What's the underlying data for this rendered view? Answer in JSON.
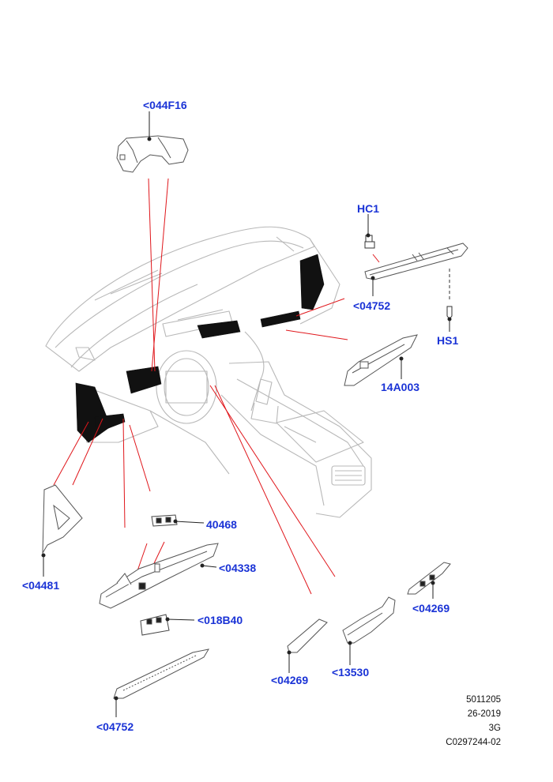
{
  "callouts": {
    "c044F16": "<044F16",
    "hc1": "HC1",
    "c04752_top": "<04752",
    "hs1": "HS1",
    "c14A003": "14A003",
    "c40468": "40468",
    "c04338": "<04338",
    "c04481": "<04481",
    "c018B40": "<018B40",
    "c04269_right": "<04269",
    "c04269_mid": "<04269",
    "c13530": "<13530",
    "c04752_bottom": "<04752"
  },
  "footer": {
    "line1": "5011205",
    "line2": "26-2019",
    "line3": "3G",
    "line4": "C0297244-02"
  },
  "colors": {
    "callout": "#1a33d6",
    "leader": "#e0161b",
    "outline": "#555555",
    "dashboard_outline": "#b8b8b8",
    "dark_part": "#111111"
  }
}
